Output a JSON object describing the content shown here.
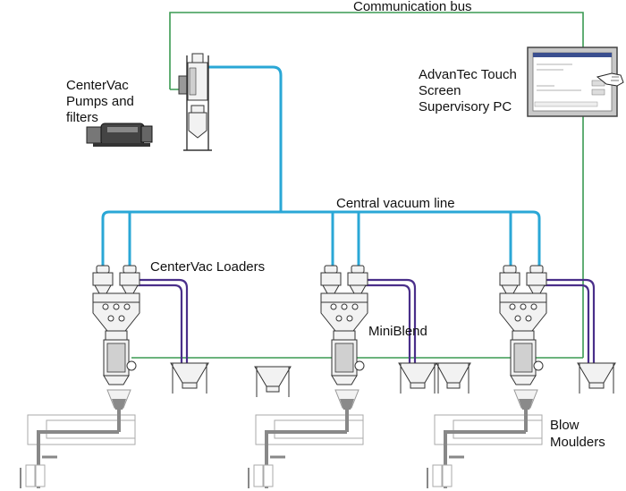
{
  "labels": {
    "communication_bus": "Communication bus",
    "pumps": [
      "CenterVac",
      "Pumps and",
      "filters"
    ],
    "supervisory_pc": [
      "AdvanTec Touch",
      "Screen",
      "Supervisory PC"
    ],
    "vacuum_line": "Central vacuum line",
    "loaders": "CenterVac Loaders",
    "miniblend": "MiniBlend",
    "moulders": [
      "Blow",
      "Moulders"
    ]
  },
  "colors": {
    "bus": "#3a9a52",
    "vacuum": "#2aa7d6",
    "hose": "#4a2f8a",
    "equipment_stroke": "#333333",
    "equipment_fill": "#f2f2f2"
  },
  "icons": {
    "pump": "vacuum-pump-icon",
    "filter": "filter-icon",
    "pc": "touch-screen-pc-icon",
    "hand": "hand-pointer-icon",
    "loader": "loader-icon",
    "hopper": "hopper-icon",
    "moulder": "blow-moulder-icon"
  }
}
